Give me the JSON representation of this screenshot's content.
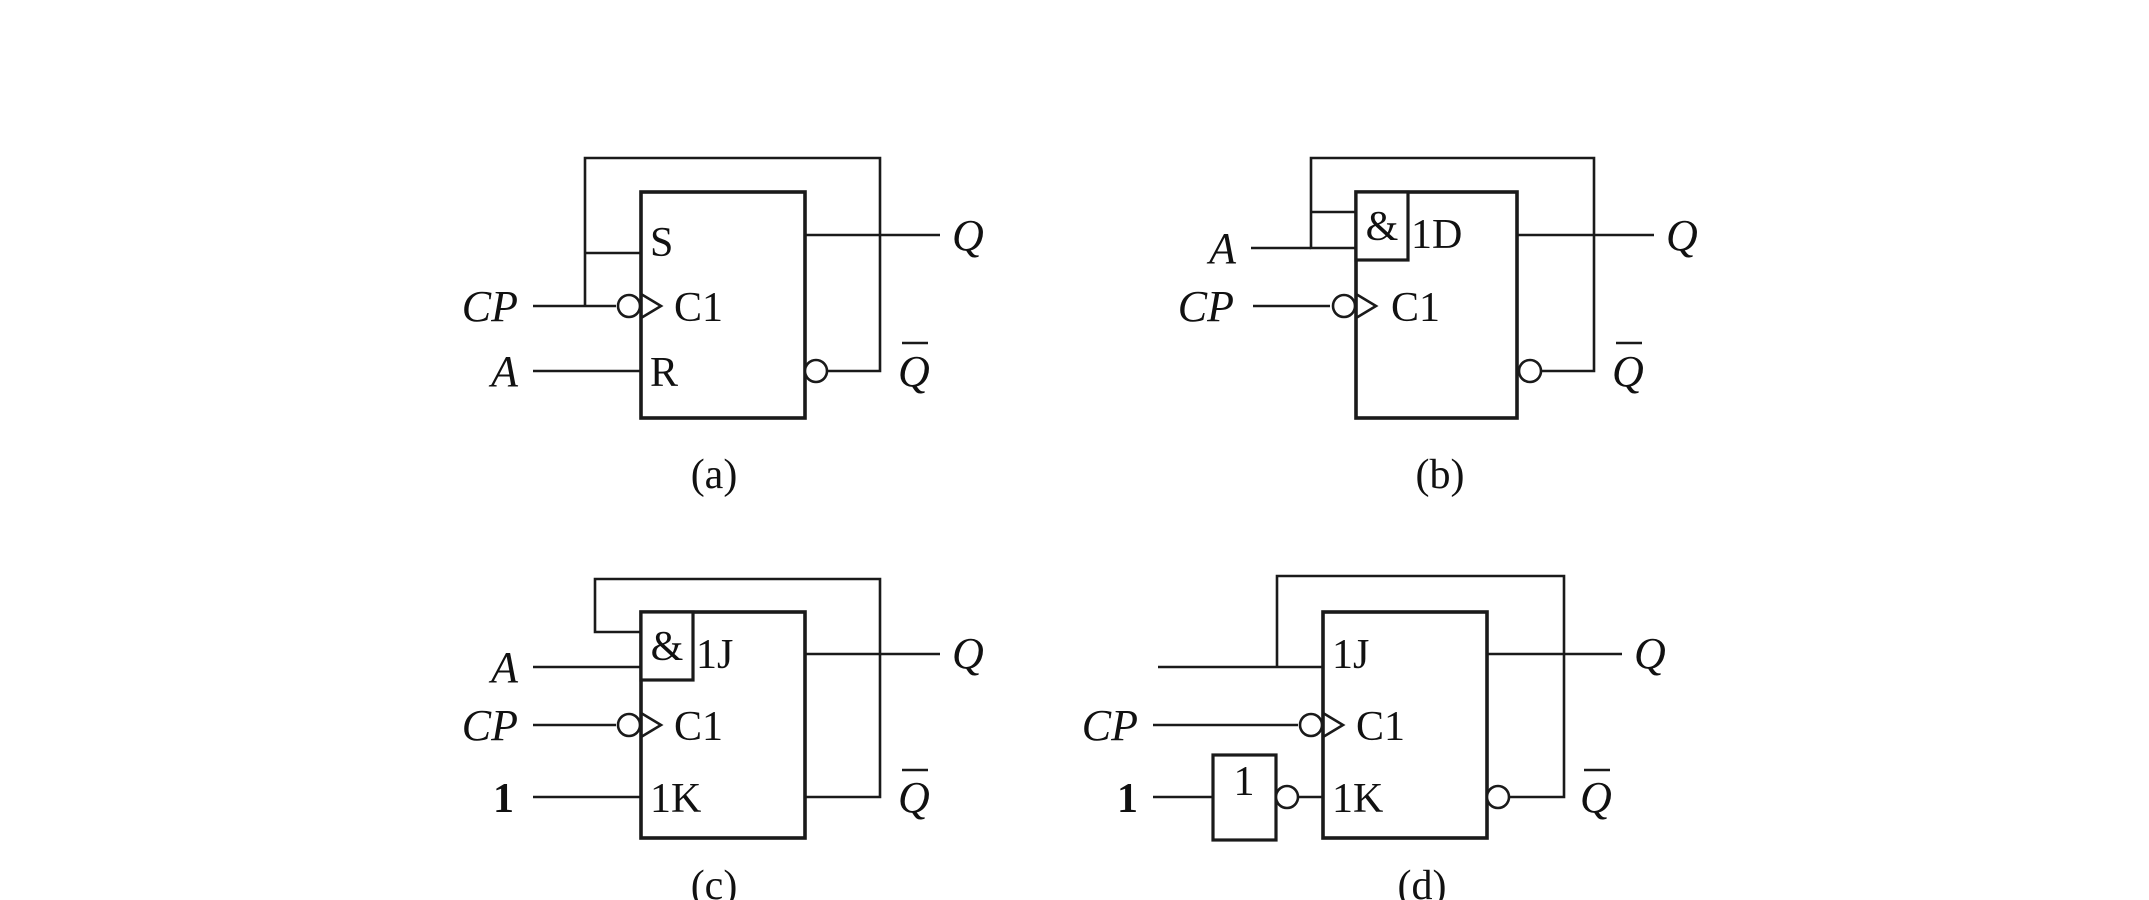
{
  "diagrams": {
    "a": {
      "caption": "(a)",
      "inputs": {
        "cp": "CP",
        "a": "A"
      },
      "pins": {
        "s": "S",
        "c1": "C1",
        "r": "R"
      },
      "outputs": {
        "q": "Q",
        "qbar": "Q"
      }
    },
    "b": {
      "caption": "(b)",
      "inputs": {
        "a": "A",
        "cp": "CP"
      },
      "gate": "&",
      "pins": {
        "d": "1D",
        "c1": "C1"
      },
      "outputs": {
        "q": "Q",
        "qbar": "Q"
      }
    },
    "c": {
      "caption": "(c)",
      "inputs": {
        "a": "A",
        "cp": "CP",
        "one": "1"
      },
      "gate": "&",
      "pins": {
        "j": "1J",
        "c1": "C1",
        "k": "1K"
      },
      "outputs": {
        "q": "Q",
        "qbar": "Q"
      }
    },
    "d": {
      "caption": "(d)",
      "inputs": {
        "cp": "CP",
        "one": "1"
      },
      "gate": "1",
      "pins": {
        "j": "1J",
        "c1": "C1",
        "k": "1K"
      },
      "outputs": {
        "q": "Q",
        "qbar": "Q"
      }
    }
  }
}
